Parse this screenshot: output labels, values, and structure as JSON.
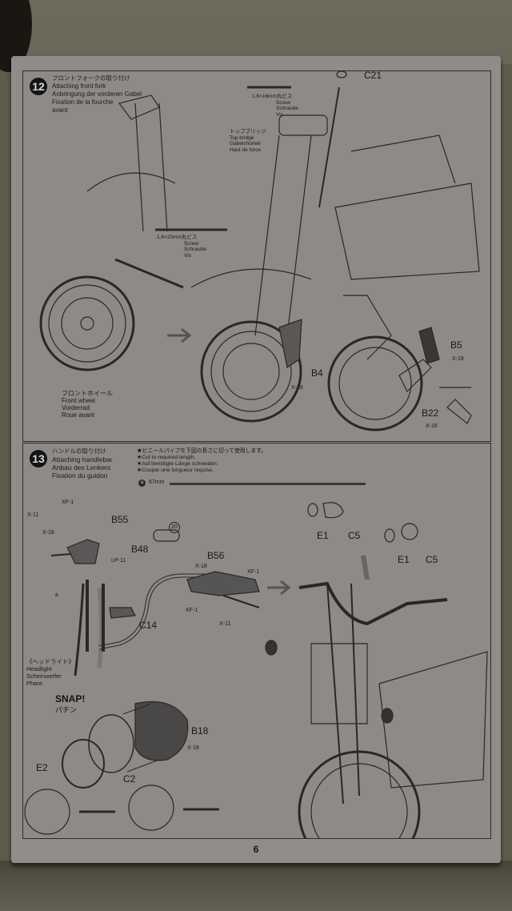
{
  "page": {
    "number": "6"
  },
  "step12": {
    "number": "12",
    "title_jp": "フロントフォークの取り付け",
    "title_en": "Attaching front fork",
    "title_de": "Anbringung der vorderen Gabel",
    "title_fr1": "Fixation de la fourche",
    "title_fr2": "avant",
    "screw_top": {
      "size": "1.6×16mm丸ビス",
      "en": "Screw",
      "de": "Schraube",
      "fr": "Vis"
    },
    "screw_axle": {
      "size": "1.6×20mm丸ビス",
      "en": "Screw",
      "de": "Schraube",
      "fr": "Vis"
    },
    "top_bridge": {
      "jp": "トップブリッジ",
      "en": "Top bridge",
      "de": "Gabelshortell",
      "fr": "Haut de force"
    },
    "front_wheel": {
      "jp": "フロントホイール",
      "en": "Front wheel",
      "de": "Vorderrad",
      "fr": "Roue avant"
    },
    "parts": {
      "c21": "C21",
      "b4": "B4",
      "b5": "B5",
      "b22": "B22",
      "x18": "X-18"
    }
  },
  "step13": {
    "number": "13",
    "title_jp": "ハンドルの取り付け",
    "title_en": "Attaching handlebar",
    "title_de": "Anbau des Lenkers",
    "title_fr": "Fixation du guidon",
    "note_jp": "★ビニールパイプを下図の長さに切って使用します。",
    "note_en": "★Cut to required length.",
    "note_de": "★Auf benötigte Länge schneiden.",
    "note_fr": "★Couper une longueur requise.",
    "tube": {
      "id": "a",
      "length": "67mm"
    },
    "parts": {
      "b55": "B55",
      "b48": "B48",
      "b56": "B56",
      "c14": "C14",
      "c5": "C5",
      "e1": "E1",
      "b18": "B18",
      "c2": "C2",
      "e2": "E2",
      "xf1": "XF-1",
      "x11": "X-11",
      "x18": "X-18",
      "lp11": "LP-11",
      "n20": "20"
    },
    "headlight": {
      "jp": "《ヘッドライト》",
      "en": "Headlight",
      "de": "Scheinwerfer",
      "fr": "Phare"
    },
    "snap": {
      "en": "SNAP!",
      "jp": "パチン"
    }
  }
}
